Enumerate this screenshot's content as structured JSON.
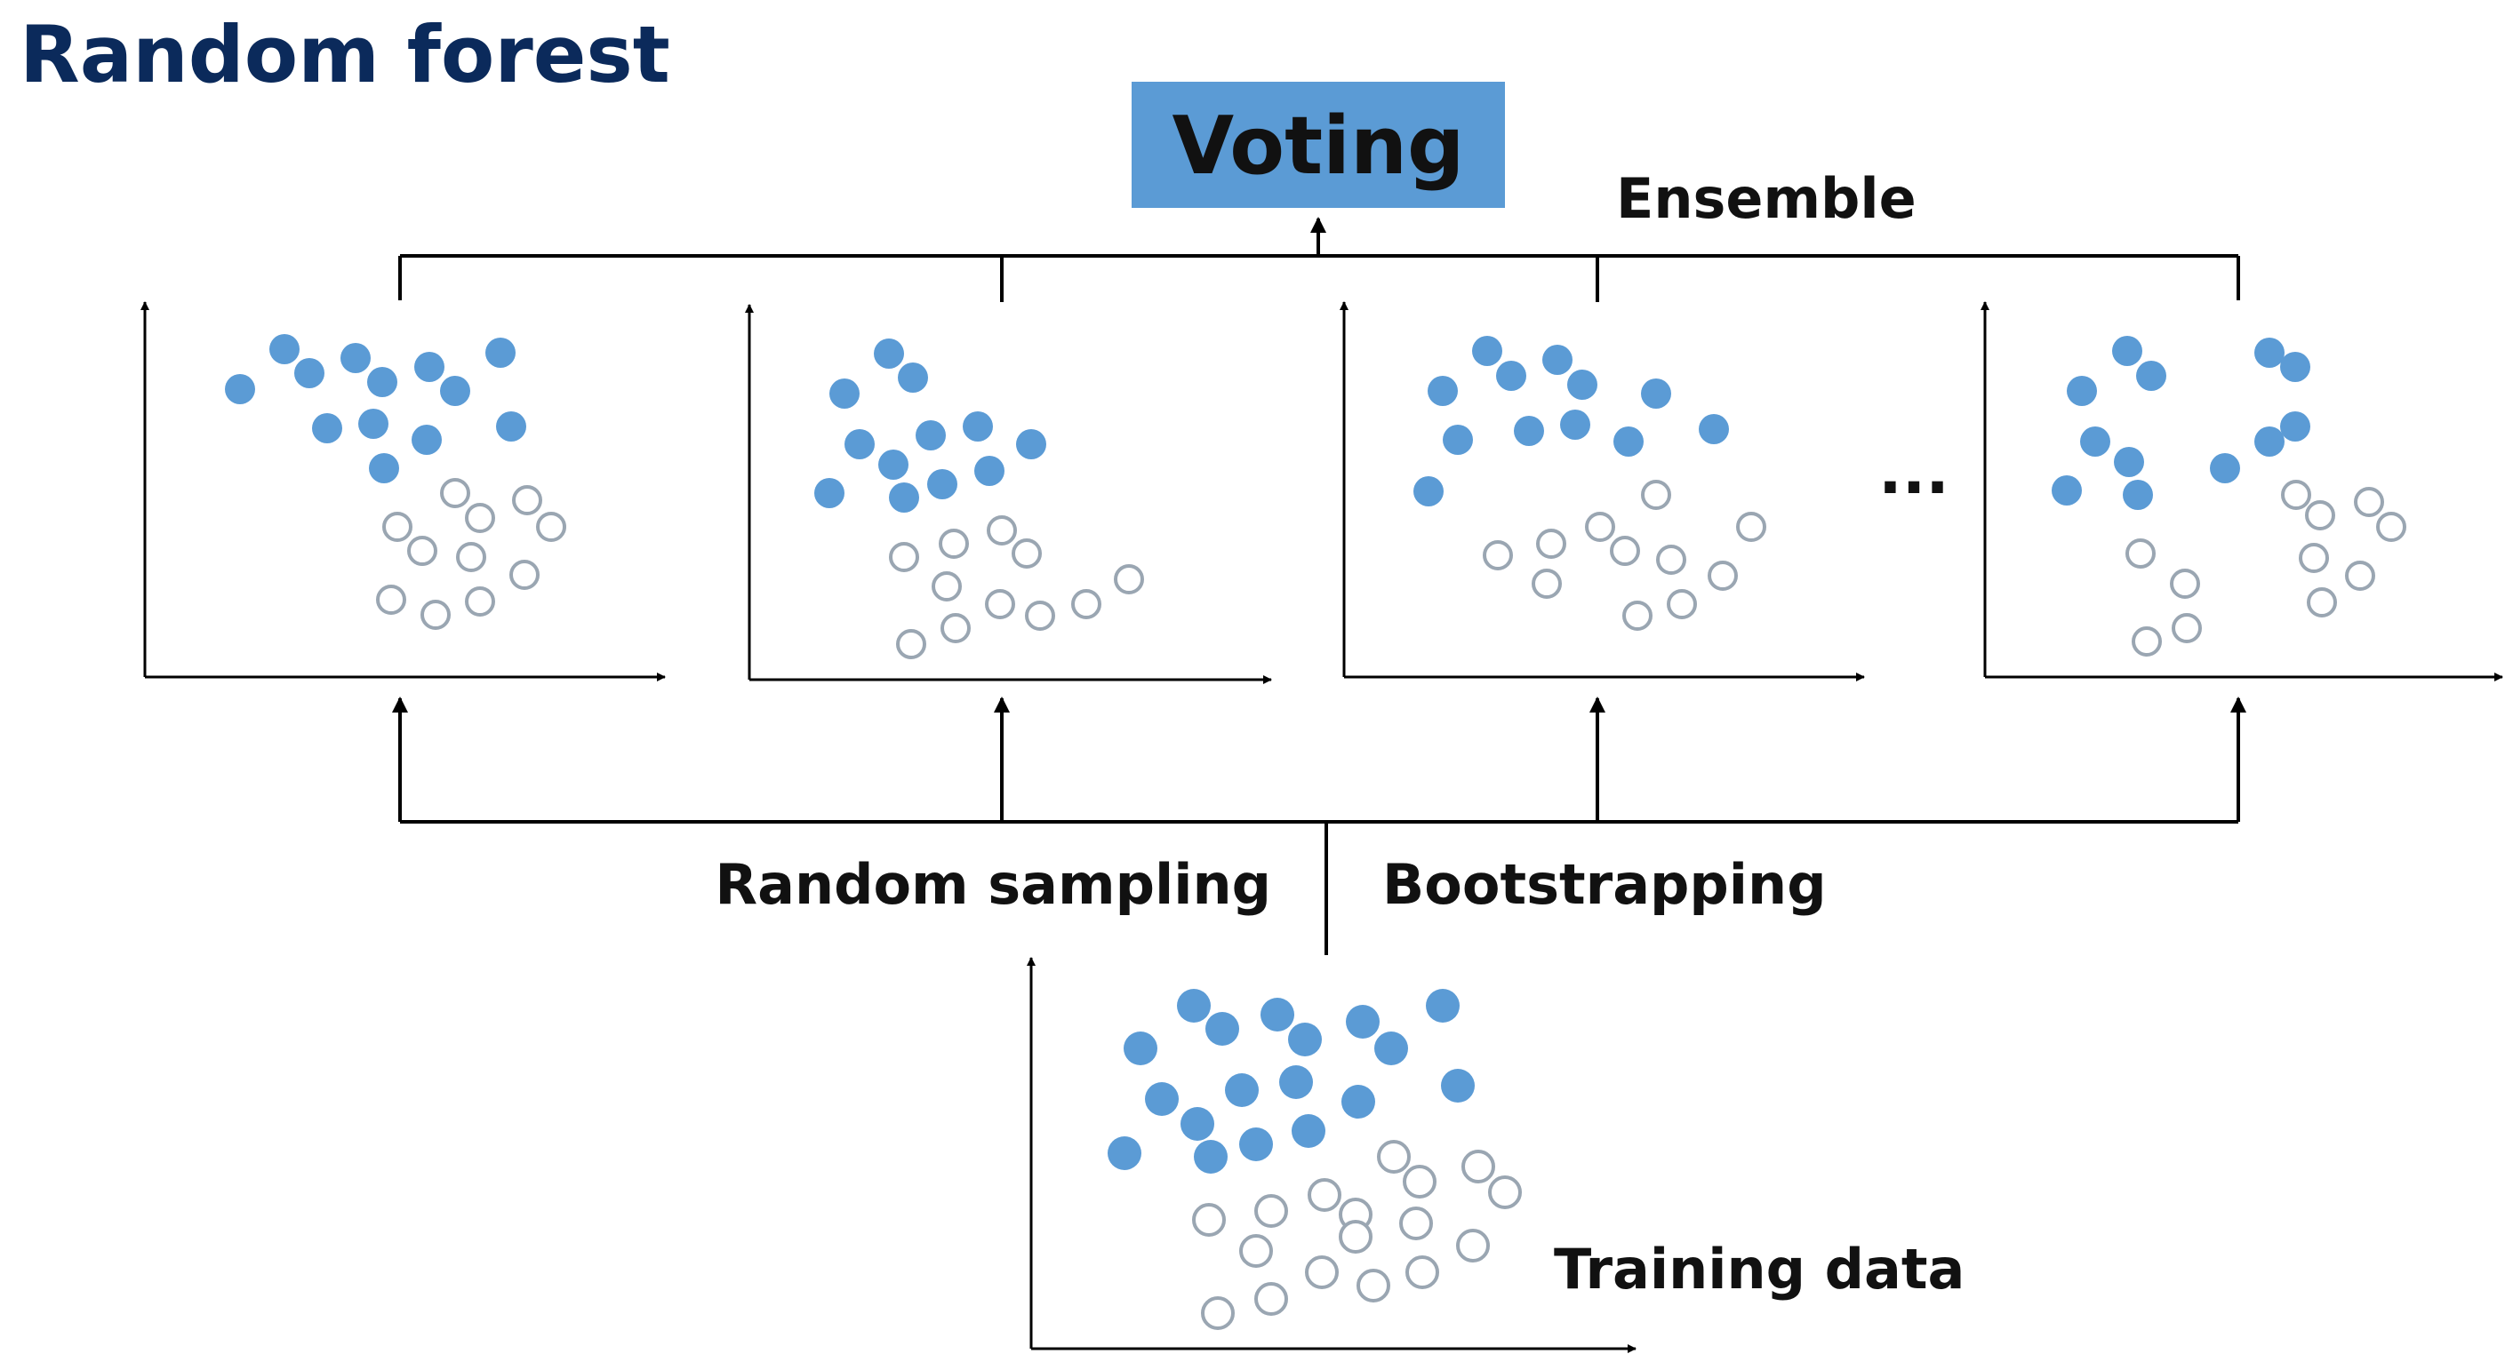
{
  "title": "Random forest",
  "voting_label": "Voting",
  "ensemble_label": "Ensemble",
  "ellipsis": "...",
  "random_sampling_label": "Random sampling",
  "bootstrapping_label": "Bootstrapping",
  "training_data_label": "Training data",
  "colors": {
    "title": "#0b2a5b",
    "voting_box": "#5b9bd5",
    "filled_point": "#5b9bd5",
    "hollow_point_stroke": "#9aa6b2",
    "line": "#000000"
  }
}
